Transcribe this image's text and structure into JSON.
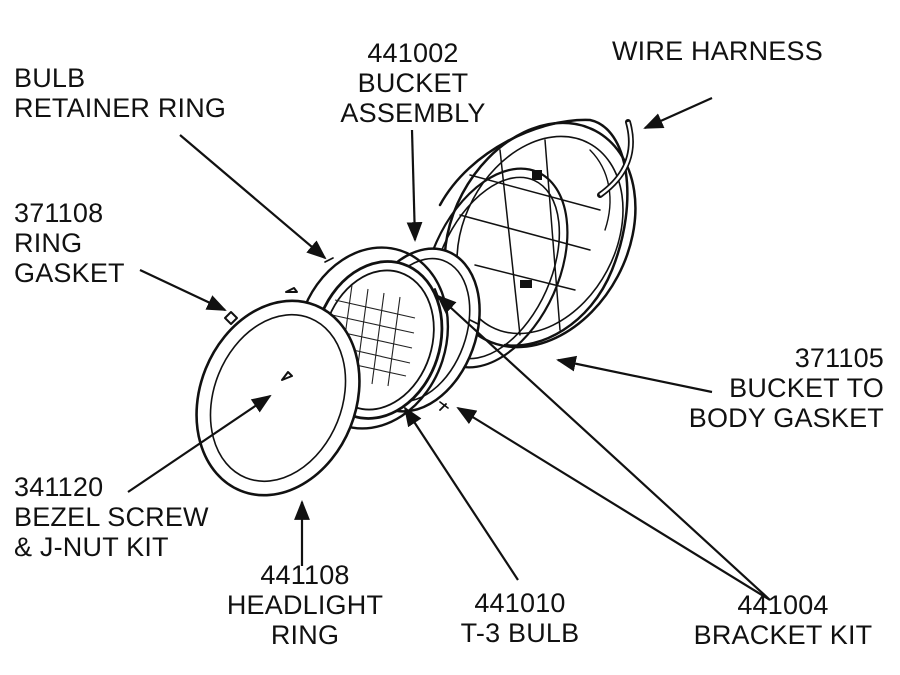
{
  "labels": {
    "bulb_retainer_ring": [
      "BULB",
      "RETAINER RING"
    ],
    "bucket_assembly": [
      "441002",
      "BUCKET",
      "ASSEMBLY"
    ],
    "wire_harness": [
      "WIRE HARNESS"
    ],
    "ring_gasket": [
      "371108",
      "RING",
      "GASKET"
    ],
    "bucket_to_body_gasket": [
      "371105",
      "BUCKET TO",
      "BODY GASKET"
    ],
    "bezel_screw_kit": [
      "341120",
      "BEZEL SCREW",
      "& J-NUT KIT"
    ],
    "headlight_ring": [
      "441108",
      "HEADLIGHT",
      "RING"
    ],
    "t3_bulb": [
      "441010",
      "T-3 BULB"
    ],
    "bracket_kit": [
      "441004",
      "BRACKET KIT"
    ]
  },
  "colors": {
    "ink": "#111111",
    "background": "#ffffff"
  }
}
